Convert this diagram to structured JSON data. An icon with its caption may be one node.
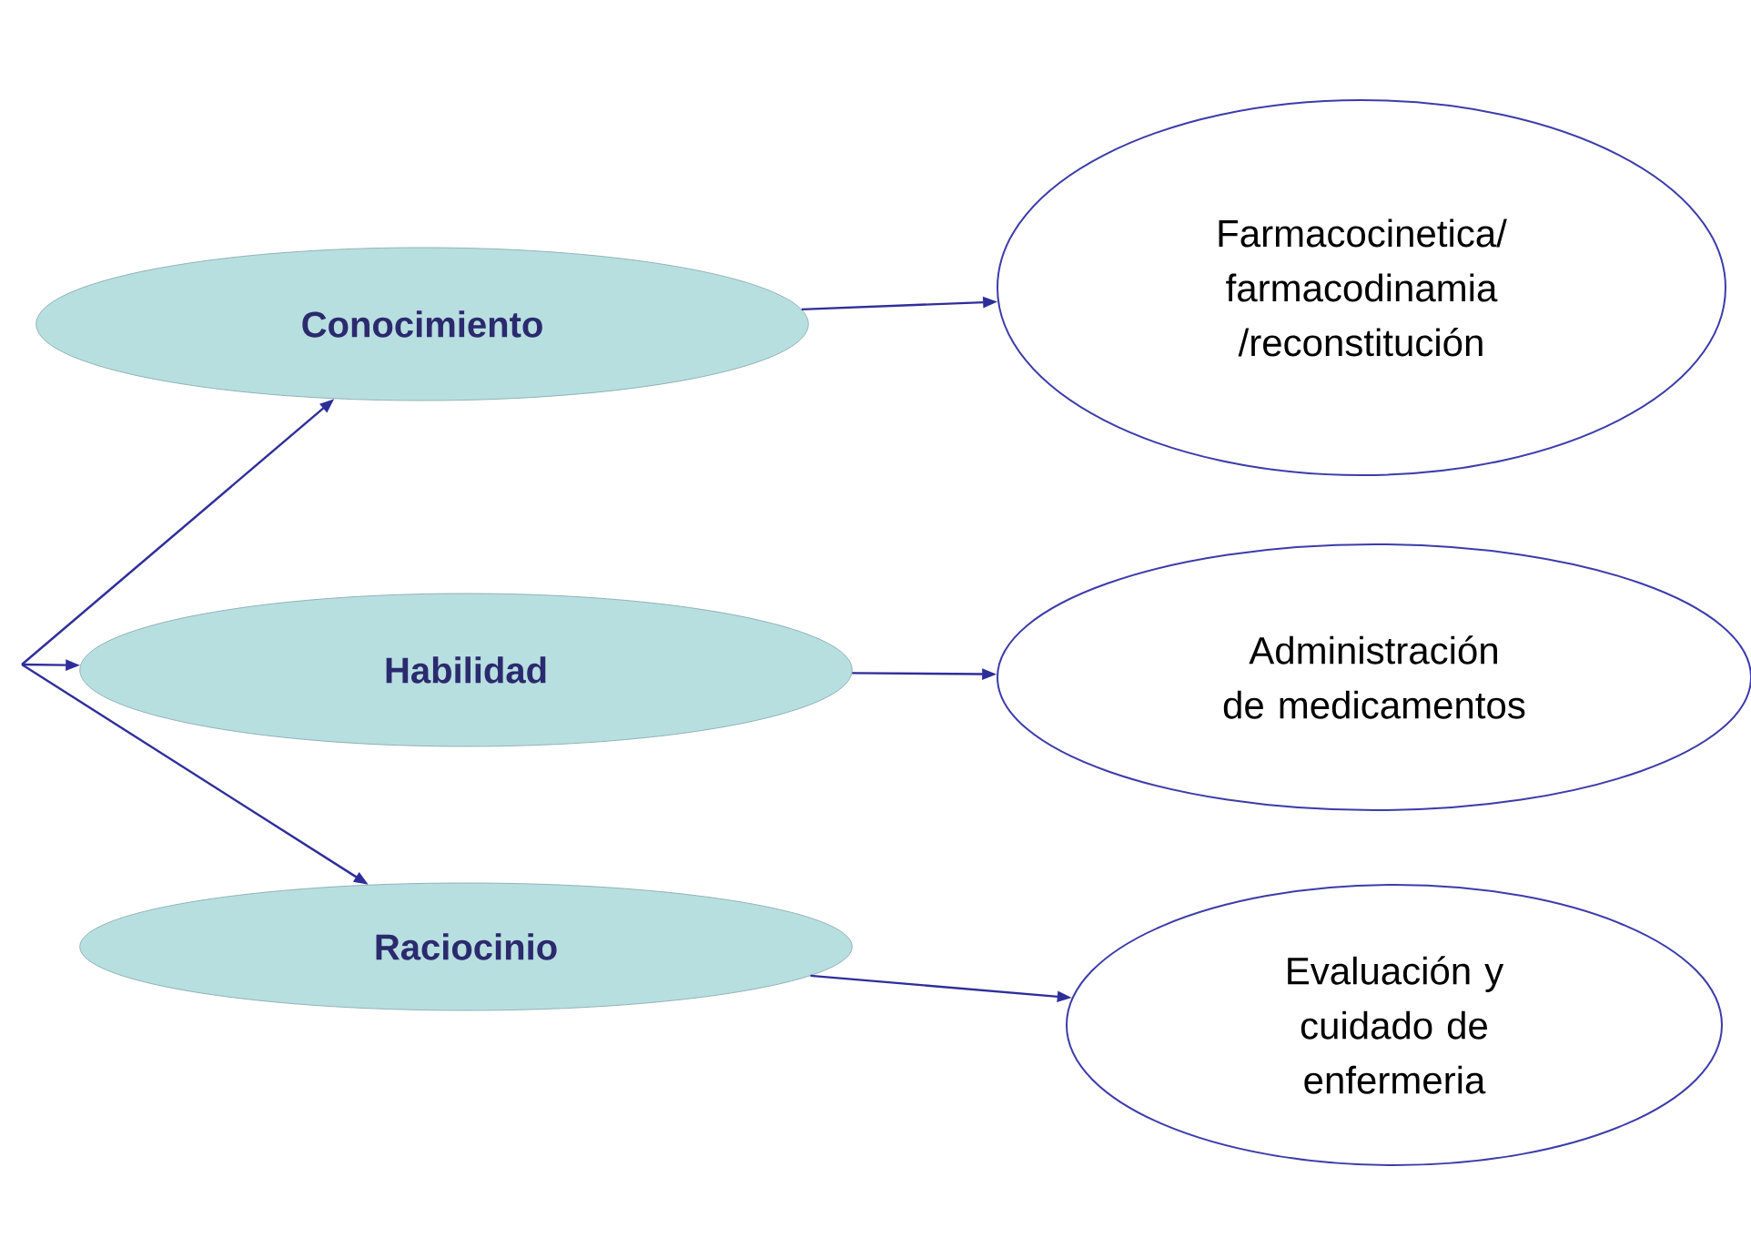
{
  "diagram": {
    "nodes": [
      {
        "text": [
          "Conocimiento"
        ]
      },
      {
        "text": [
          "Habilidad"
        ]
      },
      {
        "text": [
          "Raciocinio"
        ]
      },
      {
        "text": [
          "Farmacocinetica/ farmacodinamia /reconstitución"
        ]
      },
      {
        "text": [
          "Administración de medicamentos"
        ]
      },
      {
        "text": [
          "Evaluación y cuidado de enfermeria"
        ]
      }
    ],
    "edges": [
      {
        "from": null,
        "to": 0,
        "arrow": "to"
      },
      {
        "from": null,
        "to": 1,
        "arrow": "to"
      },
      {
        "from": null,
        "to": 2,
        "arrow": "to"
      },
      {
        "from": 0,
        "to": 3,
        "arrow": "to"
      },
      {
        "from": 1,
        "to": 4,
        "arrow": "to"
      },
      {
        "from": 2,
        "to": 5,
        "arrow": "to"
      }
    ]
  }
}
